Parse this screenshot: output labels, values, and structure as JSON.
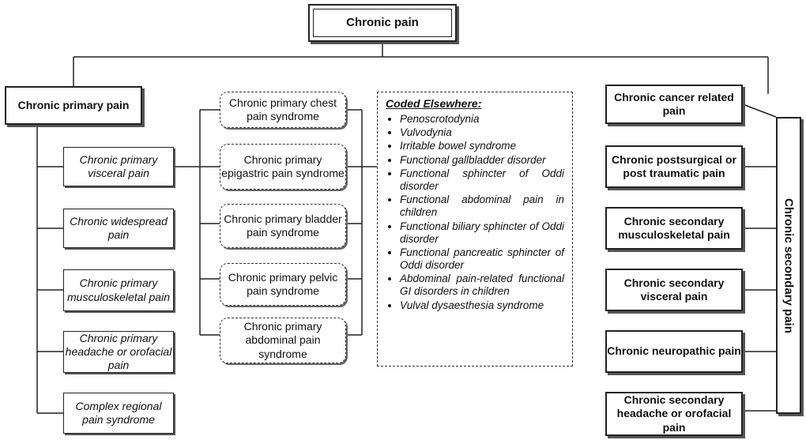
{
  "root": {
    "label": "Chronic pain"
  },
  "primary": {
    "label": "Chronic primary pain",
    "children": [
      "Chronic primary visceral pain",
      "Chronic widespread pain",
      "Chronic primary musculoskeletal pain",
      "Chronic primary headache or orofacial pain",
      "Complex regional pain syndrome"
    ]
  },
  "visceral_syndromes": [
    "Chronic primary chest pain syndrome",
    "Chronic primary epigastric pain syndrome",
    "Chronic primary bladder pain syndrome",
    "Chronic primary pelvic pain syndrome",
    "Chronic primary abdominal pain syndrome"
  ],
  "coded_elsewhere": {
    "title": "Coded Elsewhere:",
    "items": [
      "Penoscrotodynia",
      "Vulvodynia",
      "Irritable bowel syndrome",
      "Functional gallbladder disorder",
      "Functional sphincter of Oddi disorder",
      "Functional abdominal pain in children",
      "Functional biliary sphincter of Oddi disorder",
      "Functional pancreatic sphincter of Oddi disorder",
      "Abdominal pain-related functional GI disorders in children",
      "Vulval dysaesthesia syndrome"
    ]
  },
  "secondary": {
    "label": "Chronic secondary pain",
    "children": [
      "Chronic cancer related pain",
      "Chronic postsurgical or post traumatic pain",
      "Chronic secondary musculoskeletal pain",
      "Chronic secondary visceral pain",
      "Chronic neuropathic pain",
      "Chronic secondary headache or orofacial pain"
    ]
  }
}
